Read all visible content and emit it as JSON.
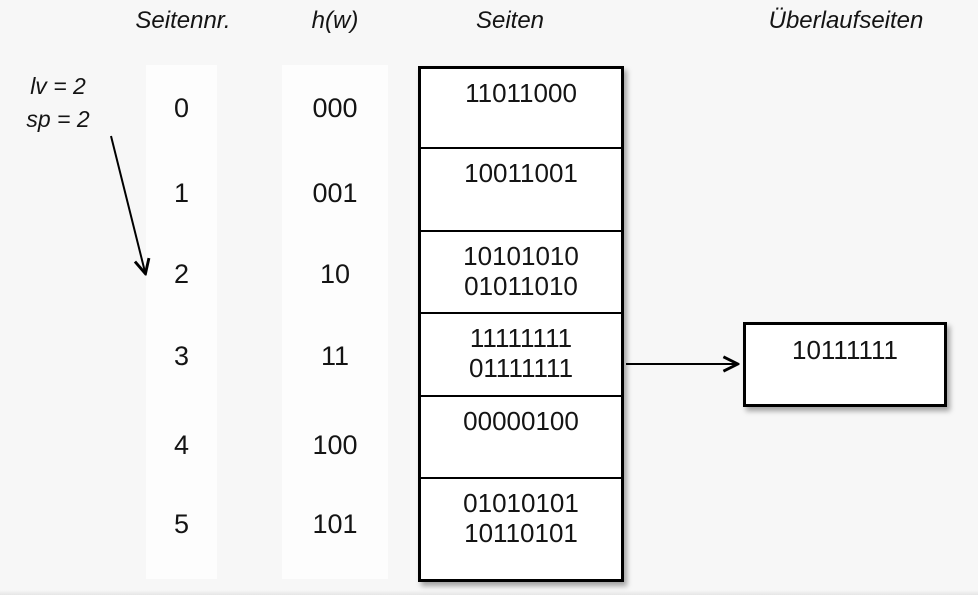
{
  "page": {
    "background_color": "#f7f7f7",
    "strip_color": "#fdfdfd",
    "box_background": "#ffffff",
    "border_color": "#000000",
    "text_color": "#141414"
  },
  "headers": {
    "page_number": "Seitennr.",
    "hash_function": "h(w)",
    "pages": "Seiten",
    "overflow_pages": "Überlaufseiten"
  },
  "annotation": {
    "line1": "lv = 2",
    "line2": "sp = 2",
    "points_to_row": "2"
  },
  "rows": [
    {
      "nr": "0",
      "hw": "000",
      "page": [
        "11011000"
      ]
    },
    {
      "nr": "1",
      "hw": "001",
      "page": [
        "10011001"
      ]
    },
    {
      "nr": "2",
      "hw": "10",
      "page": [
        "10101010",
        "01011010"
      ]
    },
    {
      "nr": "3",
      "hw": "11",
      "page": [
        "11111111",
        "01111111"
      ]
    },
    {
      "nr": "4",
      "hw": "100",
      "page": [
        "00000100"
      ]
    },
    {
      "nr": "5",
      "hw": "101",
      "page": [
        "01010101",
        "10110101"
      ]
    }
  ],
  "overflow": {
    "value": "10111111",
    "linked_from_row": "3"
  }
}
